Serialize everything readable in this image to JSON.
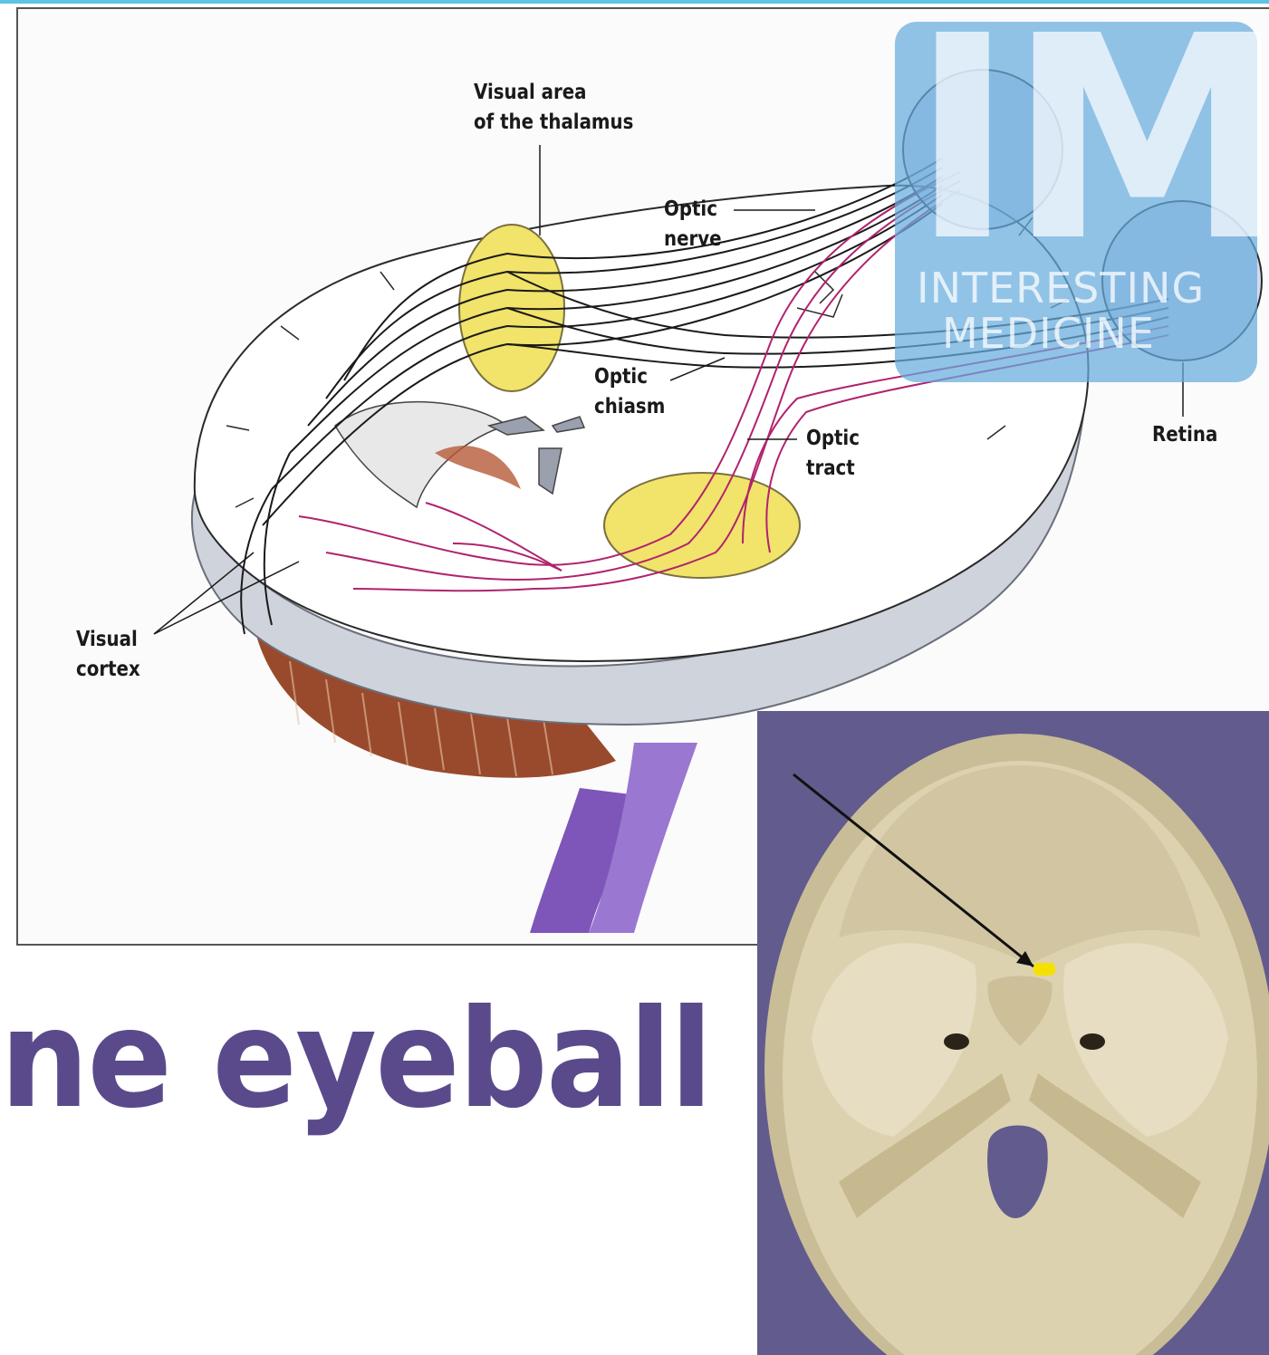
{
  "labels": {
    "thalamus": "Visual area\nof the thalamus",
    "optic_nerve": "Optic\nnerve",
    "optic_chiasm": "Optic\nchiasm",
    "optic_tract": "Optic\ntract",
    "retina": "Retina",
    "visual_cortex": "Visual\ncortex"
  },
  "watermark": {
    "letters": "IM",
    "line1": "INTERESTING",
    "line2": "MEDICINE"
  },
  "slide_title": "ne eyeball",
  "colors": {
    "title": "#5b4a8b",
    "panel": "#625b8d",
    "nerve_black": "#1a1a1a",
    "nerve_magenta": "#b0236e",
    "thalamus_yellow": "#f2e36a",
    "brain_grey": "#cfd3dc",
    "cerebellum": "#9a4a2c",
    "brainstem": "#7e55b8",
    "bone": "#d9cdaa",
    "logo_blue": "#67acde",
    "marker": "#f5e100"
  }
}
